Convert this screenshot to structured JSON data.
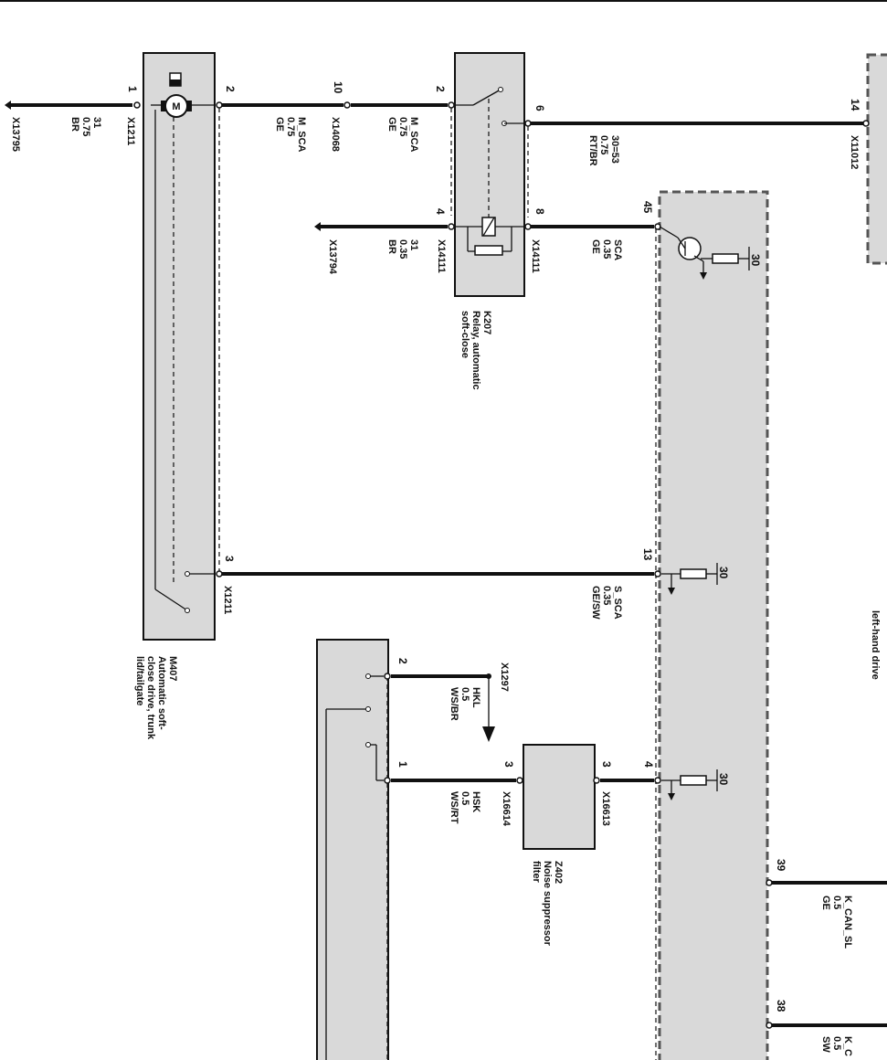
{
  "components": {
    "m407": {
      "id": "M407",
      "lines": [
        "Automatic soft-",
        "close drive, trunk",
        "lid/tailgate"
      ]
    },
    "k207": {
      "id": "K207",
      "lines": [
        "Relay, automatic",
        "soft-close"
      ]
    },
    "z402": {
      "id": "Z402",
      "lines": [
        "Noise suppressor",
        "filter"
      ]
    },
    "lhd": "left-hand drive",
    "motor": "M"
  },
  "wires": {
    "w1": {
      "lines": [
        "31",
        "0.75",
        "BR"
      ]
    },
    "w2": {
      "lines": [
        "M_SCA",
        "0.75",
        "GE"
      ]
    },
    "w3": {
      "lines": [
        "M_SCA",
        "0.75",
        "GE"
      ]
    },
    "w4": {
      "lines": [
        "30=53",
        "0.75",
        "RT/BR"
      ]
    },
    "w5": {
      "lines": [
        "31",
        "0.35",
        "BR"
      ]
    },
    "w6": {
      "lines": [
        "SCA",
        "0.35",
        "GE"
      ]
    },
    "w7": {
      "lines": [
        "S_SCA",
        "0.35",
        "GE/SW"
      ]
    },
    "w8": {
      "lines": [
        "HKL",
        "0.5",
        "WS/BR"
      ]
    },
    "w9": {
      "lines": [
        "HSK",
        "0.5",
        "WS/RT"
      ]
    },
    "w10": {
      "lines": [
        "K_CAN_SL",
        "0.5",
        "GE"
      ]
    },
    "w11": {
      "lines": [
        "K_C",
        "0.5",
        "SW"
      ]
    }
  },
  "connectors": {
    "c1": "X13795",
    "c2": "X1211",
    "c3": "X14068",
    "c4": "X11012",
    "c5": "X13794",
    "c6": "X14111",
    "c7": "X14111",
    "c8": "X1211",
    "c9": "X1297",
    "c10": "X16614",
    "c11": "X16613"
  },
  "pins": {
    "p1": "1",
    "p2": "2",
    "p3": "10",
    "p4": "2",
    "p5": "6",
    "p6": "14",
    "p7": "4",
    "p8": "8",
    "p9": "45",
    "p10": "3",
    "p11": "13",
    "p12": "2",
    "p13": "1",
    "p14": "3",
    "p15": "3",
    "p16": "4",
    "p17": "39",
    "p18": "38",
    "r1": "30",
    "r2": "30",
    "r3": "30"
  }
}
